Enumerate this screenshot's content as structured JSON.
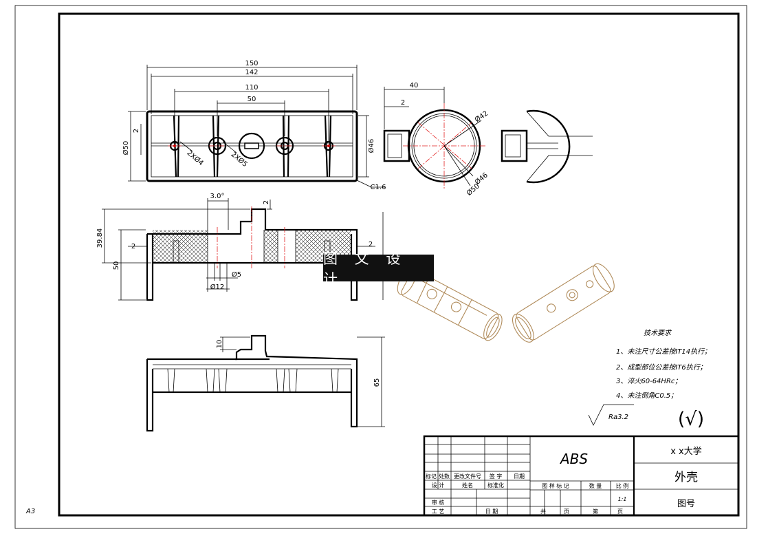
{
  "sheet": {
    "size_label": "A3"
  },
  "front_view": {
    "dims": {
      "overall_150": "150",
      "inner_142": "142",
      "holes_110": "110",
      "holes_50": "50",
      "height_50": "Ø50",
      "offset_2": "2",
      "dia_46": "Ø46",
      "holes_4": "2XØ4",
      "holes_5": "2XØ5",
      "chamfer": "C1.6"
    }
  },
  "end_view": {
    "dims": {
      "width_40": "40",
      "wall_2": "2",
      "dia_42": "Ø42",
      "dia_46": "Ø46",
      "dia_50": "Ø50"
    }
  },
  "section_view": {
    "dims": {
      "draft": "3.0°",
      "top_2": "2",
      "height_3984": "39.84",
      "height_50": "50",
      "left_2": "2",
      "right_2": "2",
      "dia_5": "Ø5",
      "dia_12": "Ø12"
    }
  },
  "bottom_view": {
    "dims": {
      "boss_10": "10",
      "height_65": "65"
    }
  },
  "watermark": {
    "text": "图 文 设 计"
  },
  "tech_notes": {
    "title": "技术要求",
    "items": [
      "1、未注尺寸公差按IT14执行；",
      "2、成型部位公差按IT6执行；",
      "3、淬火60-64HRc；",
      "4、未注倒角C0.5；"
    ],
    "roughness": "Ra3.2",
    "roughness_other": "(√)"
  },
  "title_block": {
    "material": "ABS",
    "school": "x x大学",
    "part_name": "外壳",
    "drawing_no_label": "图号",
    "scale": "1:1",
    "header_row": [
      "标记",
      "处数",
      "更改文件号",
      "签 字",
      "日期"
    ],
    "design_row": [
      "设 计",
      "姓名",
      "标准化"
    ],
    "review_label": "审 核",
    "process_label": "工 艺",
    "date_label": "日 期",
    "mark_label": "图 样 标 记",
    "quantity_label": "数 量",
    "scale_label": "比 例",
    "total_label": "共",
    "page_label": "页",
    "sheet_label": "第",
    "sheet_page_label": "页"
  },
  "colors": {
    "centerline": "#e21c1c",
    "iso_render": "#b08b5a",
    "watermark_bg": "#111111"
  }
}
